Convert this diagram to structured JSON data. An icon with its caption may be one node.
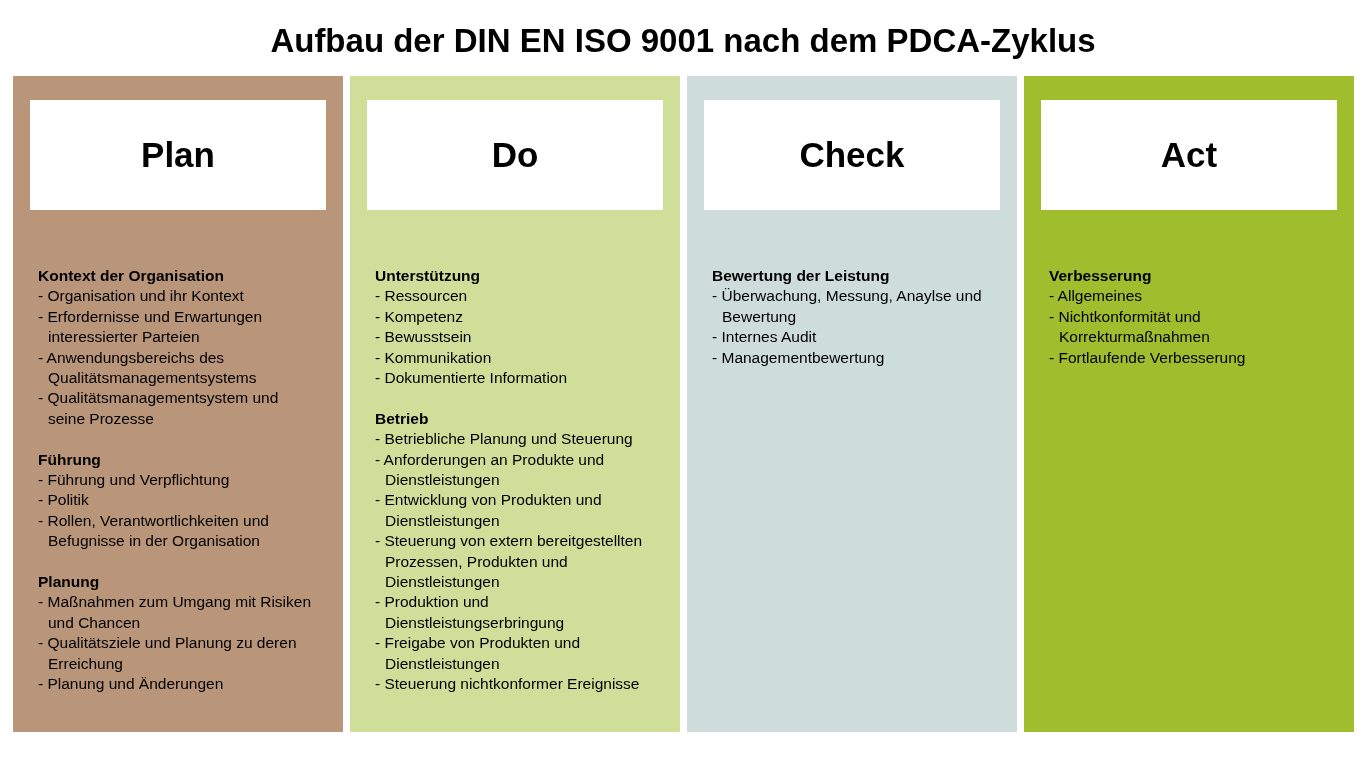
{
  "diagram": {
    "title": "Aufbau der DIN EN ISO 9001 nach dem PDCA-Zyklus",
    "nodes": [
      {
        "text": [],
        "shape": "box"
      },
      {
        "text": [
          "Plan"
        ],
        "in": 0
      },
      {
        "text": [
          "Kontext der Organisation",
          "- Organisation und ihr Kontext",
          "- Erfordernisse und Erwartungen interessierter Parteien",
          "- Anwendungsbereichs des Qualitätsmanagementsystems",
          "- Qualitätsmanagementsystem und seine Prozesse"
        ],
        "in": 0
      },
      {
        "text": [
          "Führung",
          "- Führung und Verpflichtung",
          "- Politik",
          "- Rollen, Verantwortlichkeiten und Befugnisse in der Organisation"
        ],
        "in": 0
      },
      {
        "text": [
          "Planung",
          "- Maßnahmen zum Umgang mit Risiken und Chancen",
          "- Qualitätsziele und Planung zu deren Erreichung",
          "- Planung und Änderungen"
        ],
        "in": 0
      },
      {
        "text": [],
        "shape": "box"
      },
      {
        "text": [
          "Do"
        ],
        "in": 5
      },
      {
        "text": [
          "Unterstützung",
          "- Ressourcen",
          "- Kompetenz",
          "- Bewusstsein",
          "- Kommunikation",
          "- Dokumentierte Information"
        ],
        "in": 5
      },
      {
        "text": [
          "Betrieb",
          "- Betriebliche Planung und Steuerung",
          "- Anforderungen an Produkte und Dienstleistungen",
          "- Entwicklung von Produkten und Dienstleistungen",
          "- Steuerung von extern bereitgestellten Prozessen, Produkten und Dienstleistungen",
          "- Produktion und Dienstleistungserbringung",
          "- Freigabe von Produkten und Dienstleistungen",
          "- Steuerung nichtkonformer Ereignisse"
        ],
        "in": 5
      },
      {
        "text": [],
        "shape": "box"
      },
      {
        "text": [
          "Check"
        ],
        "in": 9
      },
      {
        "text": [
          "Bewertung der Leistung",
          "- Überwachung, Messung, Anaylse und Bewertung",
          "- Internes Audit",
          "- Managementbewertung"
        ],
        "in": 9
      },
      {
        "text": [],
        "shape": "box"
      },
      {
        "text": [
          "Act"
        ],
        "in": 12
      },
      {
        "text": [
          "Verbesserung",
          "- Allgemeines",
          "- Nichtkonformität und Korrekturmaßnahmen",
          "- Fortlaufende Verbesserung"
        ],
        "in": 12
      }
    ]
  }
}
